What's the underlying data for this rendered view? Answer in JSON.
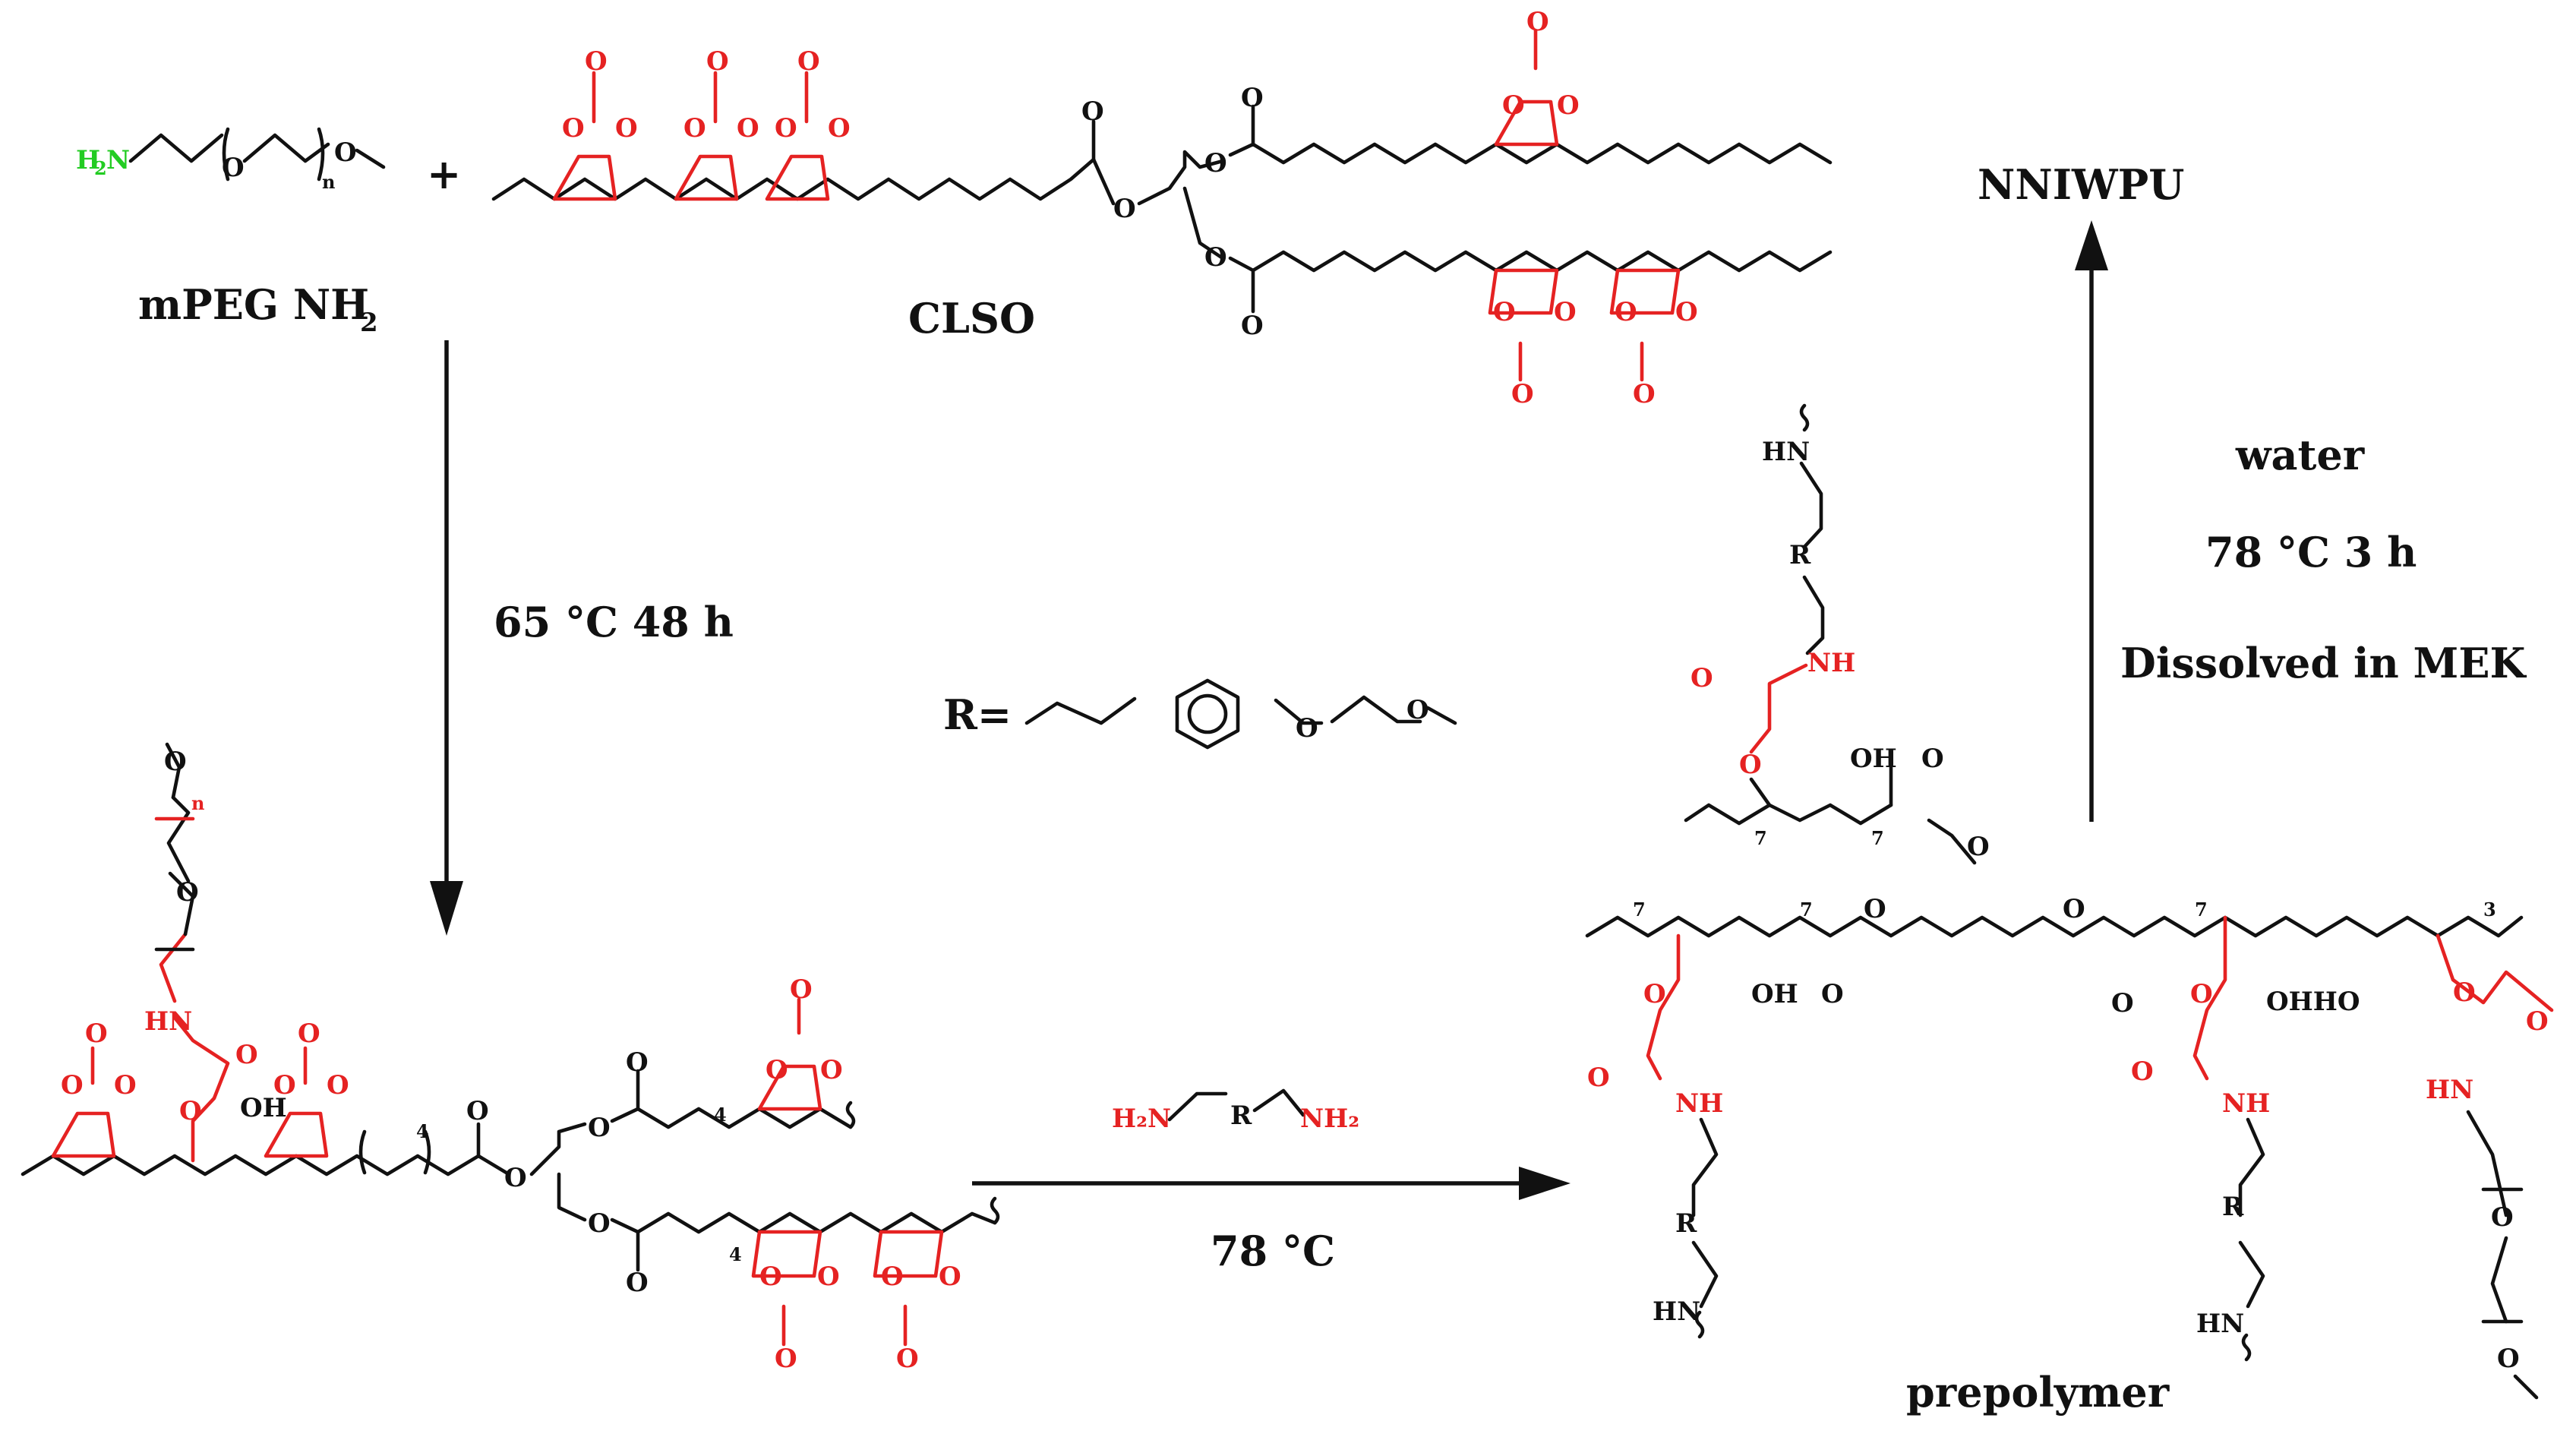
{
  "colors": {
    "bond": "#111111",
    "carbonate": "#e52222",
    "amine_h2n": "#22cc22",
    "background": "#ffffff"
  },
  "labels": {
    "mpeg_pre": "mPEG NH",
    "mpeg_sub": "2",
    "clso": "CLSO",
    "nniwpu": "NNIWPU",
    "prepolymer": "prepolymer",
    "plus": "+",
    "r_equals": "R=",
    "n": "n",
    "four": "4",
    "seven": "7",
    "three": "3"
  },
  "conditions": {
    "step1": "65 °C 48 h",
    "step2": "78 °C",
    "step3_a": "water",
    "step3_b": "78 °C 3 h",
    "step3_c": "Dissolved in MEK"
  },
  "atoms": {
    "o": "O",
    "oh": "OH",
    "ohho": "OHHO",
    "hn": "HN",
    "nh": "NH",
    "r": "R",
    "h2n_green": "H",
    "h2n_sub": "2",
    "h2n_n": "N",
    "diamine_left": "H₂N",
    "diamine_right": "NH₂"
  }
}
